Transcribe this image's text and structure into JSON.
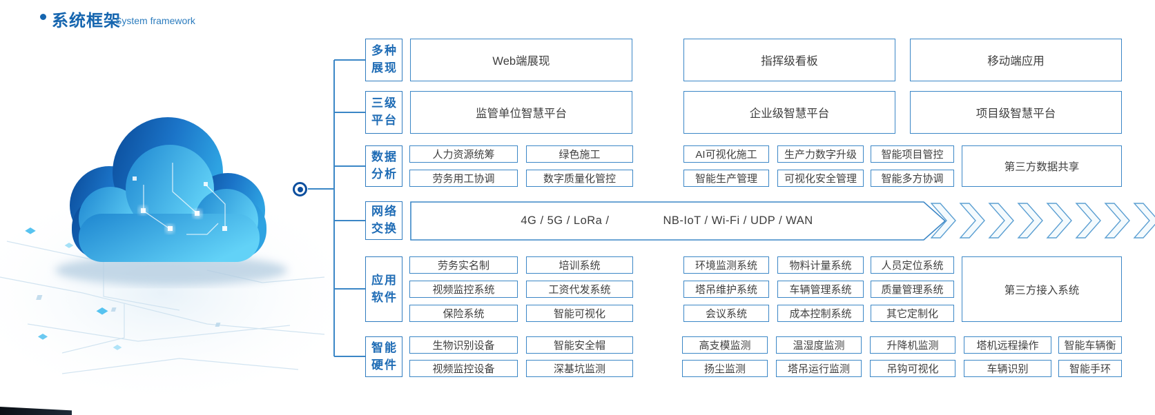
{
  "header": {
    "title_zh": "系统框架",
    "title_en": "System framework"
  },
  "rows": {
    "display": {
      "label": [
        "多种",
        "展现"
      ],
      "items": [
        "Web端展现",
        "指挥级看板",
        "移动端应用"
      ]
    },
    "platform": {
      "label": [
        "三级",
        "平台"
      ],
      "items": [
        "监管单位智慧平台",
        "企业级智慧平台",
        "项目级智慧平台"
      ]
    },
    "data": {
      "label": [
        "数据",
        "分析"
      ],
      "left": [
        [
          "人力资源统筹",
          "绿色施工"
        ],
        [
          "劳务用工协调",
          "数字质量化管控"
        ]
      ],
      "right": [
        [
          "AI可视化施工",
          "生产力数字升级",
          "智能项目管控"
        ],
        [
          "智能生产管理",
          "可视化安全管理",
          "智能多方协调"
        ]
      ],
      "third_party": "第三方数据共享"
    },
    "network": {
      "label": [
        "网络",
        "交换"
      ],
      "text_left": "4G / 5G / LoRa /",
      "text_right": "NB-IoT / Wi-Fi / UDP / WAN"
    },
    "software": {
      "label": [
        "应用",
        "软件"
      ],
      "left": [
        [
          "劳务实名制",
          "培训系统"
        ],
        [
          "视频监控系统",
          "工资代发系统"
        ],
        [
          "保险系统",
          "智能可视化"
        ]
      ],
      "right": [
        [
          "环境监测系统",
          "物料计量系统",
          "人员定位系统"
        ],
        [
          "塔吊维护系统",
          "车辆管理系统",
          "质量管理系统"
        ],
        [
          "会议系统",
          "成本控制系统",
          "其它定制化"
        ]
      ],
      "third_party": "第三方接入系统"
    },
    "hardware": {
      "label": [
        "智能",
        "硬件"
      ],
      "left": [
        [
          "生物识别设备",
          "智能安全帽"
        ],
        [
          "视频监控设备",
          "深基坑监测"
        ]
      ],
      "right": [
        [
          "高支模监测",
          "温湿度监测",
          "升降机监测",
          "塔机远程操作",
          "智能车辆衡"
        ],
        [
          "扬尘监测",
          "塔吊运行监测",
          "吊钩可视化",
          "车辆识别",
          "智能手环"
        ]
      ]
    }
  },
  "colors": {
    "accent_blue": "#1f6cb5",
    "border_blue": "#3a86c6",
    "title_blue": "#1565af",
    "box_text": "#3f3f3f",
    "cloud_dark": "#0a4a98",
    "cloud_light": "#62d2f7"
  }
}
